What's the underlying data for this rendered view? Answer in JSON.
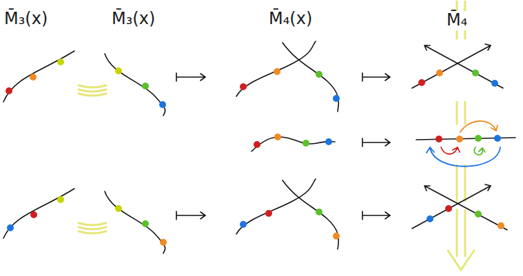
{
  "diagram": {
    "labels": [
      "M̄₃(x)",
      "M̄₃(x)",
      "M̄₄(x)",
      "M̄₄"
    ]
  }
}
